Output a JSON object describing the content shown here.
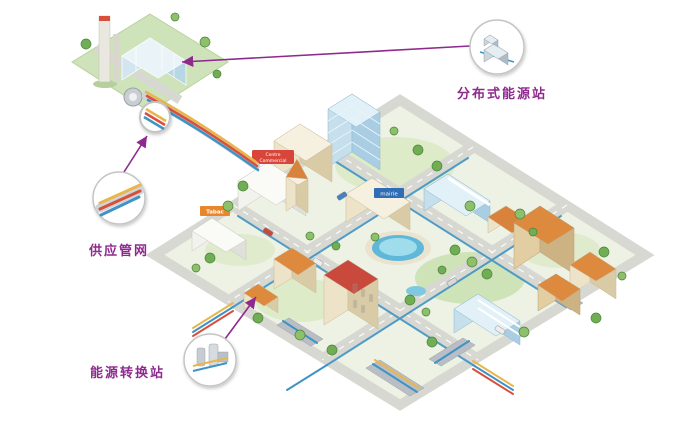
{
  "labels": {
    "distributed_station": "分布式能源站",
    "supply_network": "供应管网",
    "conversion_station": "能源转换站"
  },
  "signs": {
    "mall_line1": "Centre",
    "mall_line2": "Commercial",
    "cityhall": "mairie",
    "tobacco": "Tabac"
  },
  "colors": {
    "label_text": "#8e2a8e",
    "arrow": "#8e2a8e",
    "pipe_blue": "#3f93c4",
    "pipe_yellow": "#e8b64c",
    "pipe_red": "#d94f3d"
  },
  "icons": {
    "distributed_station": "energy-station-icon",
    "supply_network": "pipes-icon",
    "conversion_station": "machinery-icon",
    "magnifier": "magnifier-icon"
  }
}
